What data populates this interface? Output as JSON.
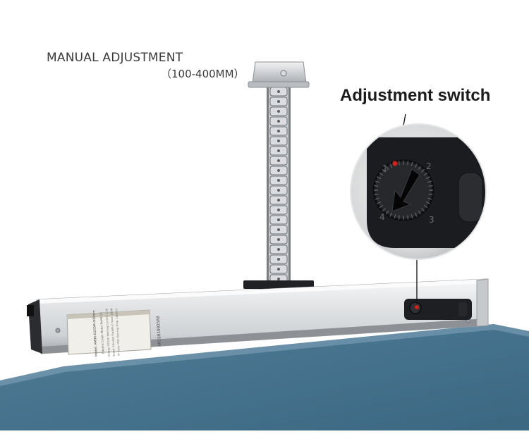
{
  "annotations": {
    "manual_title": "MANUAL ADJUSTMENT",
    "manual_range": "（100-400MM）",
    "switch_title": "Adjustment switch"
  },
  "label_plate": {
    "model": "Model: AM96-D250M-400mm",
    "serial": "AM1801093560",
    "heading": "Electric Chain Motor RoHS CE",
    "rows": [
      "Voltage: DC24V   Working Current: 1.5A",
      "Speed: 10mm/s   Push/Pull Force: 250N",
      "IP Class: IP32   Running Time: 10s/min"
    ]
  },
  "dial": {
    "numbers": [
      "1",
      "2",
      "3",
      "4"
    ]
  },
  "colors": {
    "glass_top": "#4f7a95",
    "glass_edge": "#2e566d",
    "aluminium": "#e6e8ea",
    "pointer_dot": "#d21f1f",
    "switch_body": "#1d1f22"
  }
}
